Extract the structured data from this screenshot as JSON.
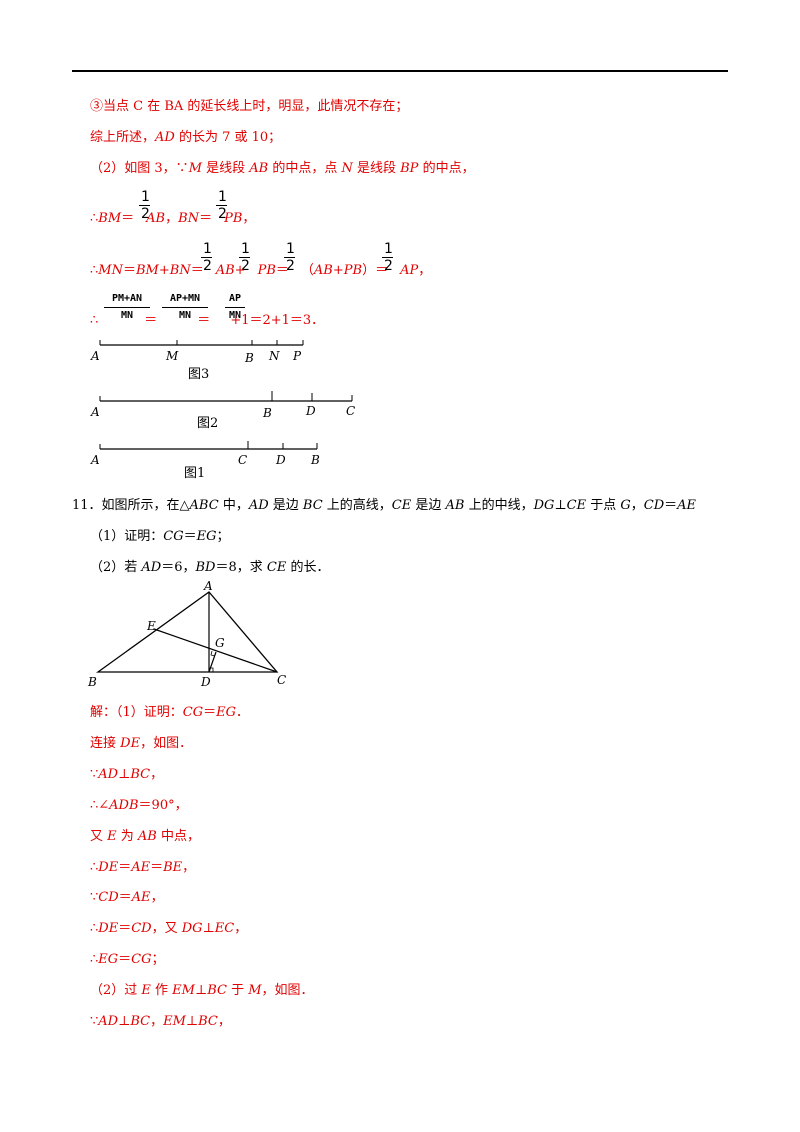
{
  "lines": {
    "l1": "③当点 C 在 BA 的延长线上时，明显，此情况不存在；",
    "l2a": "综上所述，",
    "l2b": "AD",
    "l2c": " 的长为 7 或 10；",
    "l3a": "（2）如图 3，∵",
    "l3b": "M",
    "l3c": " 是线段 ",
    "l3d": "AB",
    "l3e": " 的中点，点 ",
    "l3f": "N",
    "l3g": " 是线段 ",
    "l3h": "BP",
    "l3i": " 的中点，",
    "l4a": "∴",
    "l4b": "BM",
    "l4c": "＝",
    "l4d": "AB",
    "l4e": "，",
    "l4f": "BN",
    "l4g": "＝",
    "l4h": "PB",
    "l4i": "，",
    "l5a": "∴",
    "l5b": "MN",
    "l5c": "＝",
    "l5d": "BM",
    "l5e": "+",
    "l5f": "BN",
    "l5g": "＝",
    "l5h": "AB",
    "l5i": "+",
    "l5j": "PB",
    "l5k": "＝",
    "l5l": "（",
    "l5m": "AB",
    "l5n": "+",
    "l5o": "PB",
    "l5p": "）＝",
    "l5q": "AP",
    "l5r": "，",
    "l6a": "∴",
    "l6b": "＝",
    "l6c": "＝",
    "l6d": "+1＝2+1＝3．",
    "one": "1",
    "two": "2",
    "fr_a_top": "PM+AN",
    "fr_a_bot": "MN",
    "fr_b_top": "AP+MN",
    "fr_b_bot": "MN",
    "fr_c_top": "AP",
    "fr_c_bot": "MN"
  },
  "fig3": {
    "A": "A",
    "M": "M",
    "B": "B",
    "N": "N",
    "P": "P",
    "caption": "图3"
  },
  "fig2": {
    "A": "A",
    "B": "B",
    "D": "D",
    "C": "C",
    "caption": "图2"
  },
  "fig1": {
    "A": "A",
    "C": "C",
    "D": "D",
    "B": "B",
    "caption": "图1"
  },
  "q11": {
    "l1a": "11．如图所示，在△",
    "l1b": "ABC",
    "l1c": " 中，",
    "l1d": "AD",
    "l1e": " 是边 ",
    "l1f": "BC",
    "l1g": " 上的高线，",
    "l1h": "CE",
    "l1i": " 是边 ",
    "l1j": "AB",
    "l1k": " 上的中线，",
    "l1l": "DG",
    "l1m": "⊥",
    "l1n": "CE",
    "l1o": " 于点 ",
    "l1p": "G",
    "l1q": "，",
    "l1r": "CD",
    "l1s": "＝",
    "l1t": "AE",
    "l2a": "（1）证明：",
    "l2b": "CG",
    "l2c": "＝",
    "l2d": "EG",
    "l2e": "；",
    "l3a": "（2）若 ",
    "l3b": "AD",
    "l3c": "＝6，",
    "l3d": "BD",
    "l3e": "＝8，求 ",
    "l3f": "CE",
    "l3g": " 的长．"
  },
  "tri": {
    "A": "A",
    "B": "B",
    "C": "C",
    "D": "D",
    "E": "E",
    "G": "G"
  },
  "sol": {
    "s1a": "解：（1）证明：",
    "s1b": "CG",
    "s1c": "＝",
    "s1d": "EG",
    "s1e": "．",
    "s2a": "连接 ",
    "s2b": "DE",
    "s2c": "，如图．",
    "s3a": "∵",
    "s3b": "AD",
    "s3c": "⊥",
    "s3d": "BC",
    "s3e": "，",
    "s4a": "∴∠",
    "s4b": "ADB",
    "s4c": "＝90°，",
    "s5a": "又 ",
    "s5b": "E",
    "s5c": " 为 ",
    "s5d": "AB",
    "s5e": " 中点，",
    "s6a": "∴",
    "s6b": "DE",
    "s6c": "＝",
    "s6d": "AE",
    "s6e": "＝",
    "s6f": "BE",
    "s6g": "，",
    "s7a": "∵",
    "s7b": "CD",
    "s7c": "＝",
    "s7d": "AE",
    "s7e": "，",
    "s8a": "∴",
    "s8b": "DE",
    "s8c": "＝",
    "s8d": "CD",
    "s8e": "，又 ",
    "s8f": "DG",
    "s8g": "⊥",
    "s8h": "EC",
    "s8i": "，",
    "s9a": "∴",
    "s9b": "EG",
    "s9c": "＝",
    "s9d": "CG",
    "s9e": "；",
    "s10a": "（2）过 ",
    "s10b": "E",
    "s10c": " 作 ",
    "s10d": "EM",
    "s10e": "⊥",
    "s10f": "BC",
    "s10g": " 于 ",
    "s10h": "M",
    "s10i": "，如图．",
    "s11a": "∵",
    "s11b": "AD",
    "s11c": "⊥",
    "s11d": "BC",
    "s11e": "，",
    "s11f": "EM",
    "s11g": "⊥",
    "s11h": "BC",
    "s11i": "，"
  }
}
